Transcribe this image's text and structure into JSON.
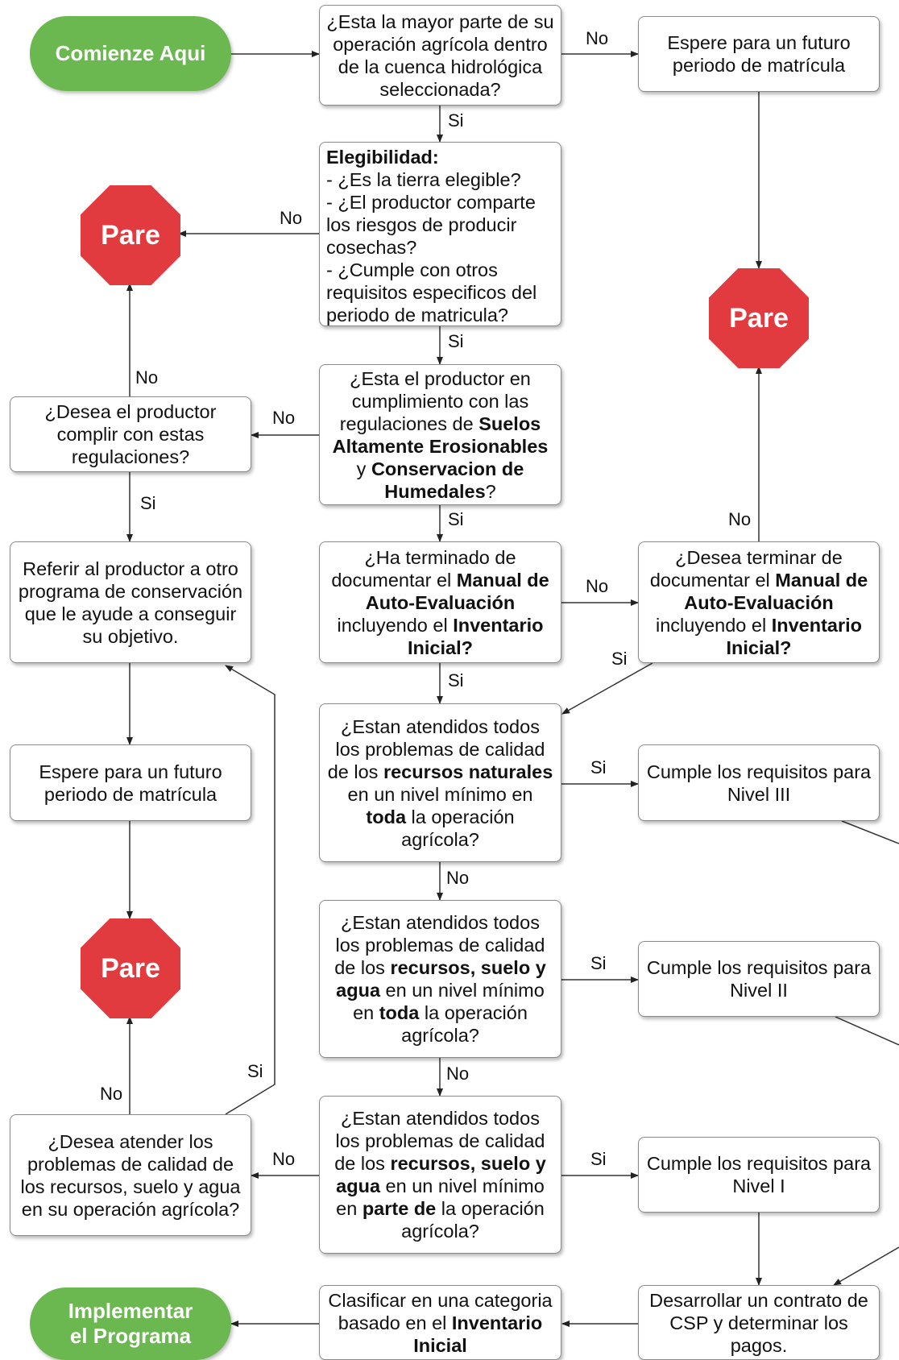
{
  "start": "Comienze Aqui",
  "end": [
    "Implementar",
    "el Programa"
  ],
  "stop_label": "Pare",
  "q_watershed": "¿Esta la mayor parte de su operación agrícola dentro de la cuenca hidrológica seleccionada?",
  "wait_top": "Espere para un futuro periodo de matrícula",
  "eligibility": {
    "title": "Elegibilidad:",
    "lines": [
      "- ¿Es la tierra elegible?",
      "- ¿El productor comparte los riesgos de producir cosechas?",
      "- ¿Cumple con otros requisitos especificos del periodo de matricula?"
    ]
  },
  "q_compliance": {
    "p1": "¿Esta el productor en cumplimiento con las regulaciones de ",
    "b1": "Suelos Altamente Erosionables",
    "p2": " y ",
    "b2": "Conservacion de Humedales",
    "p3": "?"
  },
  "q_wish_comply": "¿Desea el productor complir con estas regulaciones?",
  "refer": "Referir al productor a otro programa de conservación que le ayude a conseguir su objetivo.",
  "wait_left": "Espere para un futuro periodo de matrícula",
  "q_manual_done": {
    "p1": "¿Ha terminado de documentar el ",
    "b1": "Manual de Auto-Evaluación",
    "p2": " incluyendo el ",
    "b2": "Inventario Inicial?"
  },
  "q_manual_wish": {
    "p1": "¿Desea terminar de documentar  el ",
    "b1": "Manual de Auto-Evaluación",
    "p2": " incluyendo el ",
    "b2": "Inventario Inicial?"
  },
  "q_level3": {
    "p1": "¿Estan atendidos todos los problemas de calidad de los ",
    "b1": "recursos naturales",
    "p2": " en un nivel mínimo en ",
    "b2": "toda",
    "p3": " la operación agrícola?"
  },
  "q_level2": {
    "p1": "¿Estan atendidos todos los problemas de calidad de los ",
    "b1": "recursos, suelo y agua",
    "p2": " en un nivel mínimo en ",
    "b2": "toda",
    "p3": " la operación agrícola?"
  },
  "q_level1": {
    "p1": "¿Estan atendidos todos los problemas de calidad de los ",
    "b1": "recursos, suelo y agua",
    "p2": " en un nivel mínimo en ",
    "b2": "parte de",
    "p3": " la operación agrícola?"
  },
  "q_wish_attend": "¿Desea atender los problemas de calidad de los recursos, suelo y agua en su operación agrícola?",
  "level3": "Cumple los requisitos para Nivel III",
  "level2": "Cumple los requisitos para Nivel II",
  "level1": "Cumple los requisitos para Nivel I",
  "contract": "Desarrollar un contrato de CSP y determinar los pagos.",
  "classify": {
    "p1": "Clasificar en una categoria basado en el ",
    "b1": "Inventario Inicial"
  },
  "labels": {
    "yes": "Si",
    "no": "No"
  }
}
